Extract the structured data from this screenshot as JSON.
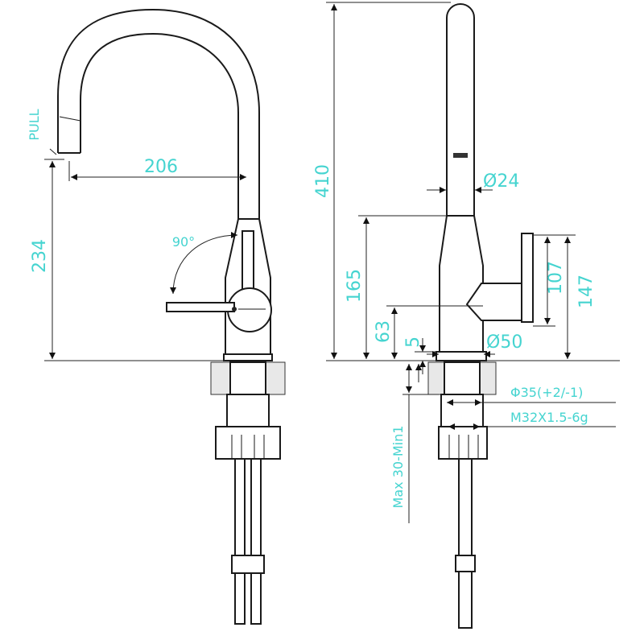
{
  "title": "Kitchen faucet dimension drawing",
  "colors": {
    "dimension_text": "#45d4d0",
    "line": "#1a1a1a"
  },
  "front_view": {
    "pull_label": "PULL",
    "spout_reach": "206",
    "spout_height": "234",
    "handle_rotation": "90°"
  },
  "side_view": {
    "total_height": "410",
    "body_height": "165",
    "handle_axis_height": "63",
    "base_height": "5",
    "spout_diameter": "Ø24",
    "base_diameter": "Ø50",
    "handle_lower": "107",
    "handle_upper": "147",
    "countertop_thickness": "Max 30-Min1",
    "hole_diameter": "Φ35(+2/-1)",
    "thread": "M32X1.5-6g"
  }
}
